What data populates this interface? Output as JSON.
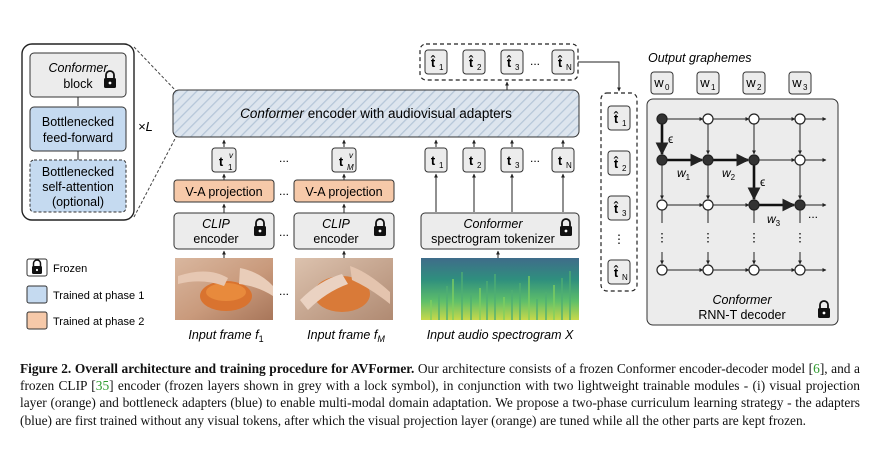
{
  "conformer_block": {
    "italic": "Conformer",
    "rest": "block"
  },
  "bottleneck_ff": {
    "line1": "Bottlenecked",
    "line2": "feed-forward"
  },
  "bottleneck_sa": {
    "line1": "Bottlenecked",
    "line2": "self-attention",
    "line3": "(optional)"
  },
  "times_l": "×L",
  "encoder": {
    "italic": "Conformer",
    "rest": "encoder with audiovisual adapters"
  },
  "visual_tokens": [
    "t",
    "t"
  ],
  "visual_token_sup": "v",
  "visual_token_subs": [
    "1",
    "M"
  ],
  "ellipsis": "...",
  "va_projection": "V-A projection",
  "clip_encoder": {
    "italic": "CLIP",
    "rest": "encoder"
  },
  "tokenizer": {
    "italic": "Conformer",
    "rest": "spectrogram tokenizer"
  },
  "audio_tokens": {
    "letter": "t",
    "subs": [
      "1",
      "2",
      "3",
      "N"
    ]
  },
  "output_tokens": {
    "letter": "t̂",
    "subs": [
      "1",
      "2",
      "3",
      "N"
    ]
  },
  "inputs": {
    "frame1": {
      "prefix": "Input frame ",
      "var": "f",
      "sub": "1"
    },
    "frameM": {
      "prefix": "Input frame ",
      "var": "f",
      "sub": "M"
    },
    "audio": {
      "prefix": "Input audio spectrogram ",
      "var": "X"
    }
  },
  "output_graphemes": "Output graphemes",
  "graphemes": {
    "letter": "w",
    "subs": [
      "0",
      "1",
      "2",
      "3"
    ]
  },
  "lattice_labels": {
    "epsilon": "ϵ",
    "w": "w",
    "subs": [
      "1",
      "2",
      "3"
    ]
  },
  "rnnt": {
    "italic": "Conformer",
    "rest": "RNN-T decoder"
  },
  "legend": [
    {
      "label": "Frozen",
      "color": "#ffffff"
    },
    {
      "label": "Trained at phase 1",
      "color": "#c5daf0"
    },
    {
      "label": "Trained at phase 2",
      "color": "#f6c9a9"
    }
  ],
  "colors": {
    "frozen_fill": "#ececec",
    "blue": "#c5daf0",
    "orange": "#f6c9a9",
    "hatch_bg": "#dfe6ee",
    "hatch_line": "#b7c7d9"
  },
  "caption": {
    "fig": "Figure 2.",
    "bold": "Overall architecture and training procedure for AVFormer.",
    "t1": " Our architecture consists of a frozen Conformer encoder-decoder model [",
    "c1": "6",
    "t2": "], and a frozen CLIP [",
    "c2": "35",
    "t3": "] encoder (frozen layers shown in grey with a lock symbol), in conjunction with two lightweight trainable modules - (i) visual projection layer (orange) and bottleneck adapters (blue) to enable multi-modal domain adaptation. We propose a two-phase curriculum learning strategy - the adapters (blue) are first trained without any visual tokens, after which the visual projection layer (orange) are tuned while all the other parts are kept frozen."
  }
}
